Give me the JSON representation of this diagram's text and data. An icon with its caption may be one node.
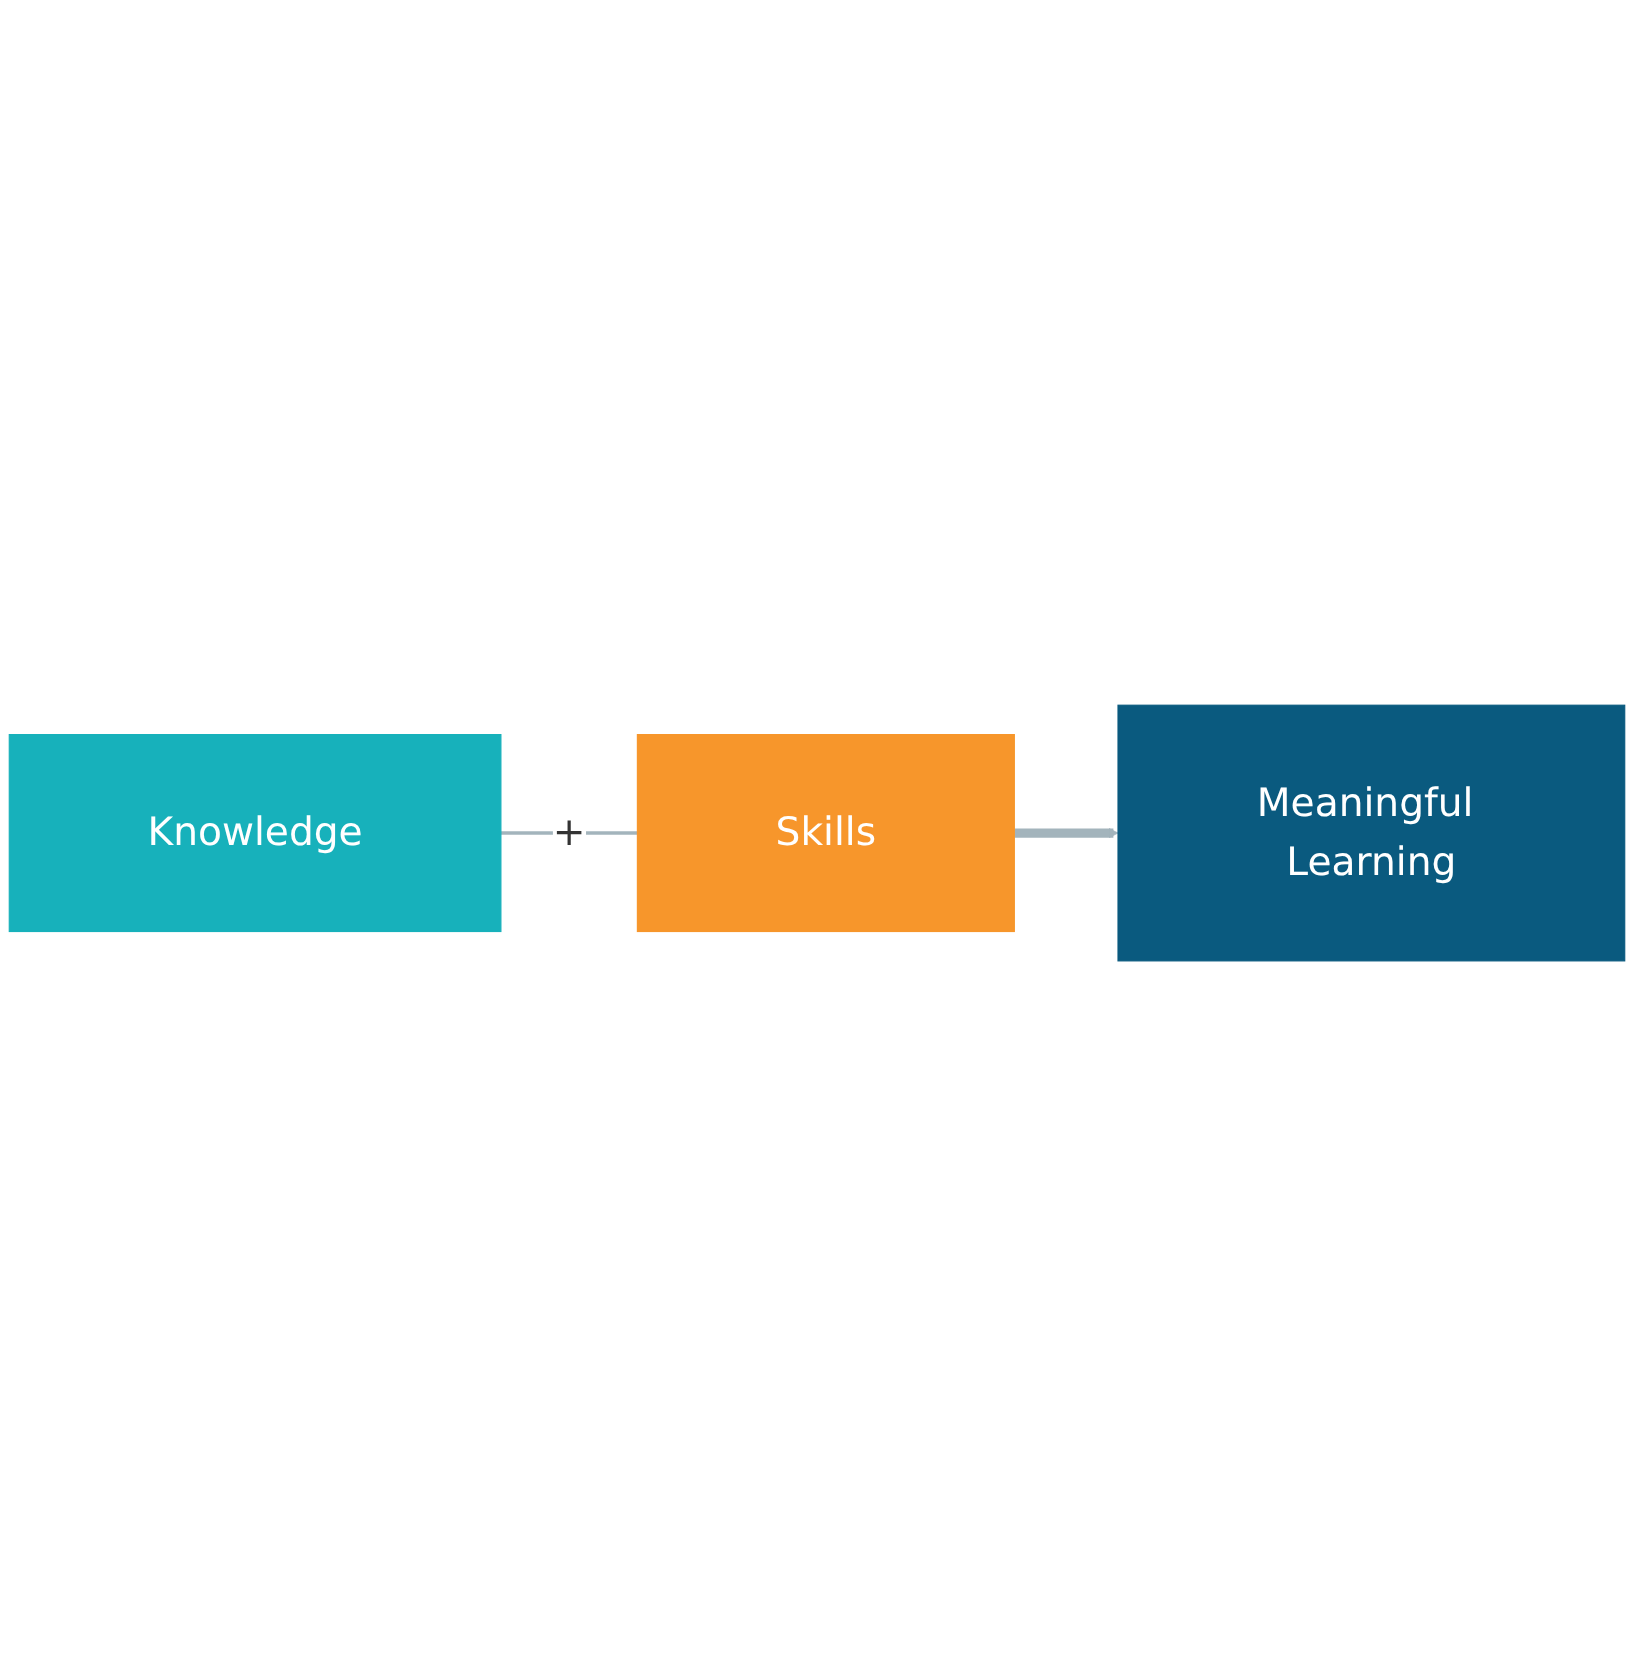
{
  "diagram": {
    "nodes": [
      {
        "text": [
          "Knowledge"
        ]
      },
      {
        "text": [
          "Skills"
        ]
      },
      {
        "text": [
          "Meaningful Learning"
        ]
      }
    ],
    "edges": [
      {
        "from": 0,
        "to": 1,
        "arrow": "none",
        "label": "+"
      },
      {
        "from": 1,
        "to": 2,
        "arrow": "to",
        "style": "thick"
      }
    ]
  }
}
